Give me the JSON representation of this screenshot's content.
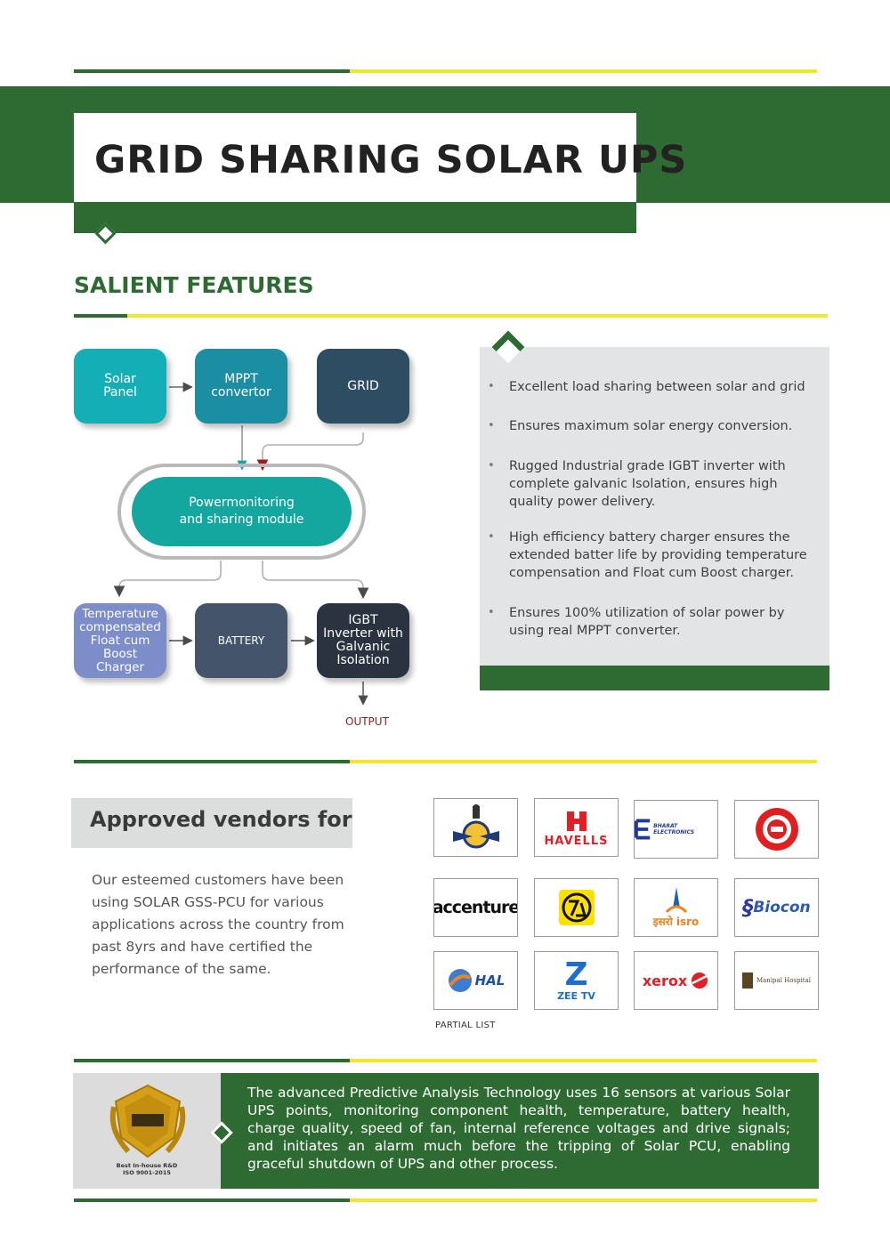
{
  "page": {
    "title": "GRID SHARING SOLAR UPS",
    "section_heading": "SALIENT FEATURES"
  },
  "colors": {
    "brand_green": "#2e6b33",
    "accent_yellow": "#f2e52a",
    "panel_grey": "#e3e4e5"
  },
  "diagram": {
    "solar_panel": "Solar\nPanel",
    "mppt": "MPPT\nconvertor",
    "grid": "GRID",
    "power_module": "Powermonitoring\nand sharing module",
    "charger": "Temperature\ncompensated\nFloat cum\nBoost\nCharger",
    "battery": "BATTERY",
    "inverter": "IGBT\nInverter with\nGalvanic\nIsolation",
    "output": "OUTPUT"
  },
  "features": [
    "Excellent load sharing between solar and grid",
    "Ensures maximum solar energy conversion.",
    "Rugged Industrial grade IGBT inverter with complete galvanic Isolation, ensures high quality power delivery.",
    "High efficiency battery charger ensures the extended batter life by providing temperature compensation and Float cum Boost charger.",
    "Ensures 100% utilization of solar power by using real MPPT converter."
  ],
  "vendors": {
    "title": "Approved vendors for",
    "description": "Our esteemed customers have been using SOLAR GSS-PCU for various applications across the country from past 8yrs and have certified the performance of the same.",
    "partial_list_label": "PARTIAL LIST",
    "logos": [
      {
        "name": "Indian Air Force",
        "text": ""
      },
      {
        "name": "Havells",
        "text": "HAVELLS"
      },
      {
        "name": "Bharat Electronics",
        "text": "BHARAT ELECTRONICS"
      },
      {
        "name": "Indian Railways",
        "text": ""
      },
      {
        "name": "Accenture",
        "text": "accenture"
      },
      {
        "name": "L&T",
        "text": ""
      },
      {
        "name": "ISRO",
        "text": "इसरो isro"
      },
      {
        "name": "Biocon",
        "text": "Biocon"
      },
      {
        "name": "HAL",
        "text": "HAL"
      },
      {
        "name": "Zee TV",
        "text": "ZEE TV"
      },
      {
        "name": "Xerox",
        "text": "xerox"
      },
      {
        "name": "Manipal Hospital",
        "text": "Manipal Hospital"
      }
    ]
  },
  "bottom": {
    "text": "The advanced Predictive Analysis Technology uses 16 sensors at various Solar UPS points, monitoring component health, temperature, battery health, charge quality, speed of fan, internal reference voltages and drive signals; and initiates an alarm much before the tripping of Solar PCU, enabling graceful shutdown of UPS and other process.",
    "award_caption": "Best In-house R&D\nISO 9001-2015"
  }
}
